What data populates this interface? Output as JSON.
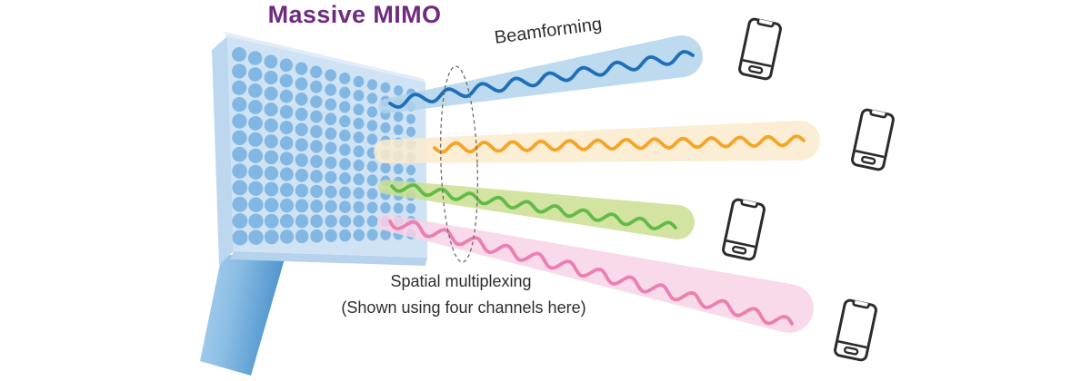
{
  "title": "Massive MIMO",
  "labels": {
    "beamforming": "Beamforming",
    "spatial_multiplexing": "Spatial multiplexing",
    "spatial_note": "(Shown using four channels here)"
  },
  "colors": {
    "title": "#6f2b7d",
    "label_text": "#2d2d2d",
    "panel_front": "#cfe3f5",
    "panel_side": "#bdd7ef",
    "panel_bevel": "#e3edf9",
    "panel_bottom": "#b7d2ec",
    "antenna_dot": "#83b7e3",
    "handle_light": "#aed3ee",
    "handle_mid": "#8abde4",
    "handle_dark": "#4a90cc",
    "ellipse_stroke": "#6d6d6d",
    "phone_outline": "#2b2b2b"
  },
  "beams": [
    {
      "name": "beam-blue",
      "fill": "#b2d3ec",
      "wave": "#1e6fba"
    },
    {
      "name": "beam-orange",
      "fill": "#fcebcd",
      "wave": "#f6a425"
    },
    {
      "name": "beam-green",
      "fill": "#cbdf92",
      "wave": "#62bb46"
    },
    {
      "name": "beam-pink",
      "fill": "#f8d3e6",
      "wave": "#ec7fb1"
    }
  ],
  "devices": {
    "count": 4,
    "type": "smartphone"
  }
}
